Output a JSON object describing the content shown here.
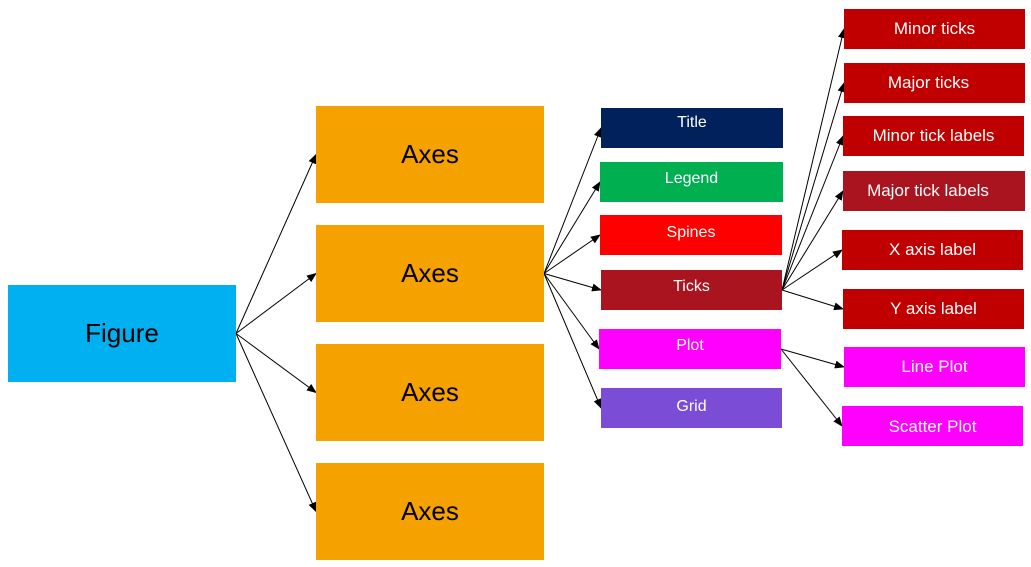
{
  "diagram": {
    "nodes": {
      "figure": {
        "label": "Figure",
        "color": "#00b0f0"
      },
      "axes_1": {
        "label": "Axes",
        "color": "#f5a200"
      },
      "axes_2": {
        "label": "Axes",
        "color": "#f5a200"
      },
      "axes_3": {
        "label": "Axes",
        "color": "#f5a200"
      },
      "axes_4": {
        "label": "Axes",
        "color": "#f5a200"
      },
      "title": {
        "label": "Title",
        "color": "#00215c"
      },
      "legend": {
        "label": "Legend",
        "color": "#00b050"
      },
      "spines": {
        "label": "Spines",
        "color": "#ff0000"
      },
      "ticks": {
        "label": "Ticks",
        "color": "#a9141f"
      },
      "plot": {
        "label": "Plot",
        "color": "#ff00ff"
      },
      "grid": {
        "label": "Grid",
        "color": "#7b4cd6"
      },
      "minor_ticks": {
        "label": "Minor ticks",
        "color": "#c00000"
      },
      "major_ticks": {
        "label": "Major ticks",
        "color": "#c00000"
      },
      "minor_tick_labels": {
        "label": "Minor tick labels",
        "color": "#c00000"
      },
      "major_tick_labels": {
        "label": "Major tick labels",
        "color": "#a9141f"
      },
      "x_axis_label": {
        "label": "X axis label",
        "color": "#c00000"
      },
      "y_axis_label": {
        "label": "Y axis label",
        "color": "#c00000"
      },
      "line_plot": {
        "label": "Line Plot",
        "color": "#ff00ff"
      },
      "scatter_plot": {
        "label": "Scatter Plot",
        "color": "#ff00ff"
      }
    },
    "edges": [
      [
        "figure",
        "axes_1"
      ],
      [
        "figure",
        "axes_2"
      ],
      [
        "figure",
        "axes_3"
      ],
      [
        "figure",
        "axes_4"
      ],
      [
        "axes_2",
        "title"
      ],
      [
        "axes_2",
        "legend"
      ],
      [
        "axes_2",
        "spines"
      ],
      [
        "axes_2",
        "ticks"
      ],
      [
        "axes_2",
        "plot"
      ],
      [
        "axes_2",
        "grid"
      ],
      [
        "ticks",
        "minor_ticks"
      ],
      [
        "ticks",
        "major_ticks"
      ],
      [
        "ticks",
        "minor_tick_labels"
      ],
      [
        "ticks",
        "major_tick_labels"
      ],
      [
        "ticks",
        "x_axis_label"
      ],
      [
        "ticks",
        "y_axis_label"
      ],
      [
        "plot",
        "line_plot"
      ],
      [
        "plot",
        "scatter_plot"
      ]
    ]
  }
}
